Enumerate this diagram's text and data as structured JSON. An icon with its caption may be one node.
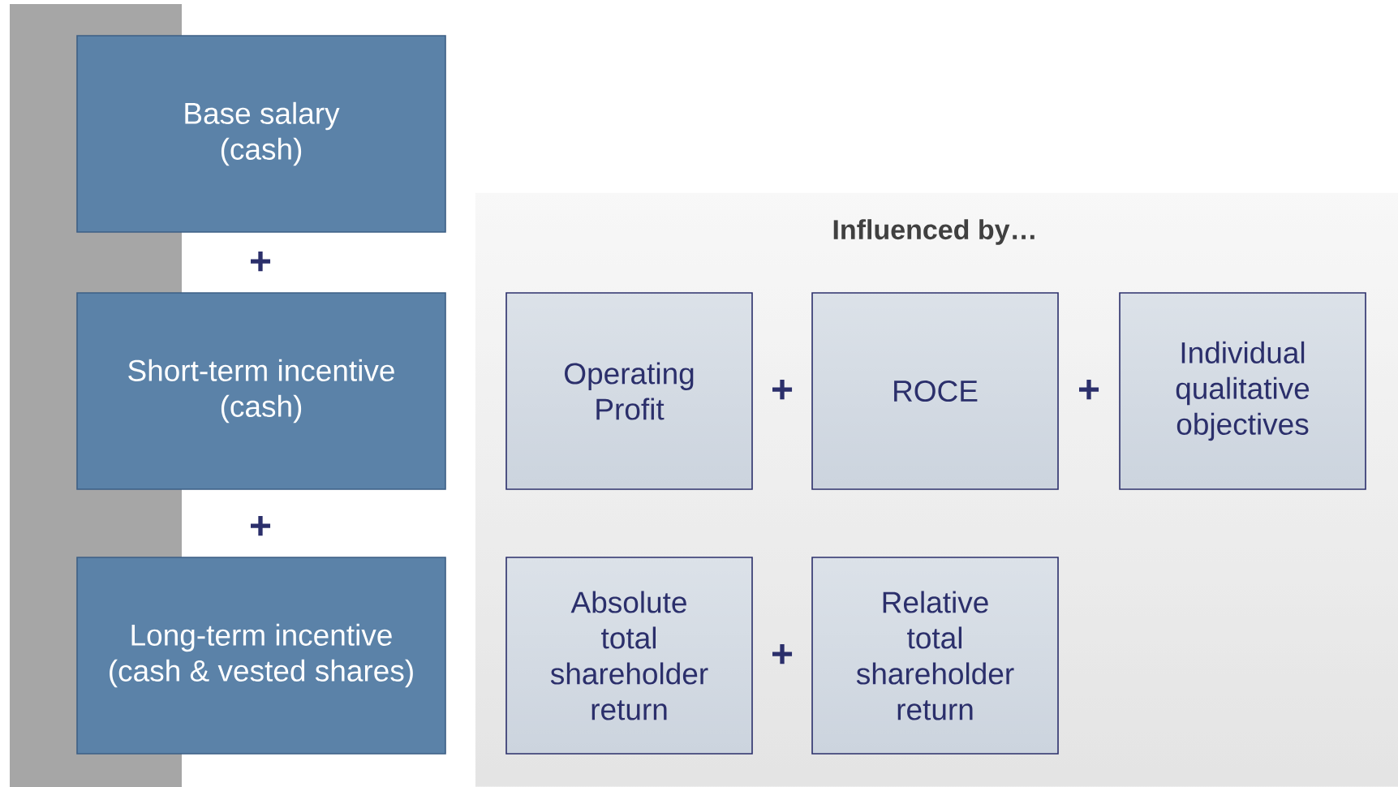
{
  "diagram": {
    "nodes": [
      {
        "text": [],
        "shape": "bar"
      },
      {
        "text": [
          "Base salary (cash)"
        ]
      },
      {
        "text": [
          "Short-term incentive (cash)"
        ]
      },
      {
        "text": [
          "Long-term incentive (cash & vested shares)"
        ]
      },
      {
        "text": [
          "Influenced by…"
        ]
      },
      {
        "text": [
          "Operating Profit"
        ],
        "in": 4
      },
      {
        "text": [
          "ROCE"
        ],
        "in": 4
      },
      {
        "text": [
          "Individual qualitative objectives"
        ],
        "in": 4
      },
      {
        "text": [
          "Absolute total shareholder return"
        ],
        "in": 4
      },
      {
        "text": [
          "Relative total shareholder return"
        ],
        "in": 4
      }
    ],
    "labels": [
      "+",
      "+",
      "+",
      "+",
      "+"
    ]
  }
}
